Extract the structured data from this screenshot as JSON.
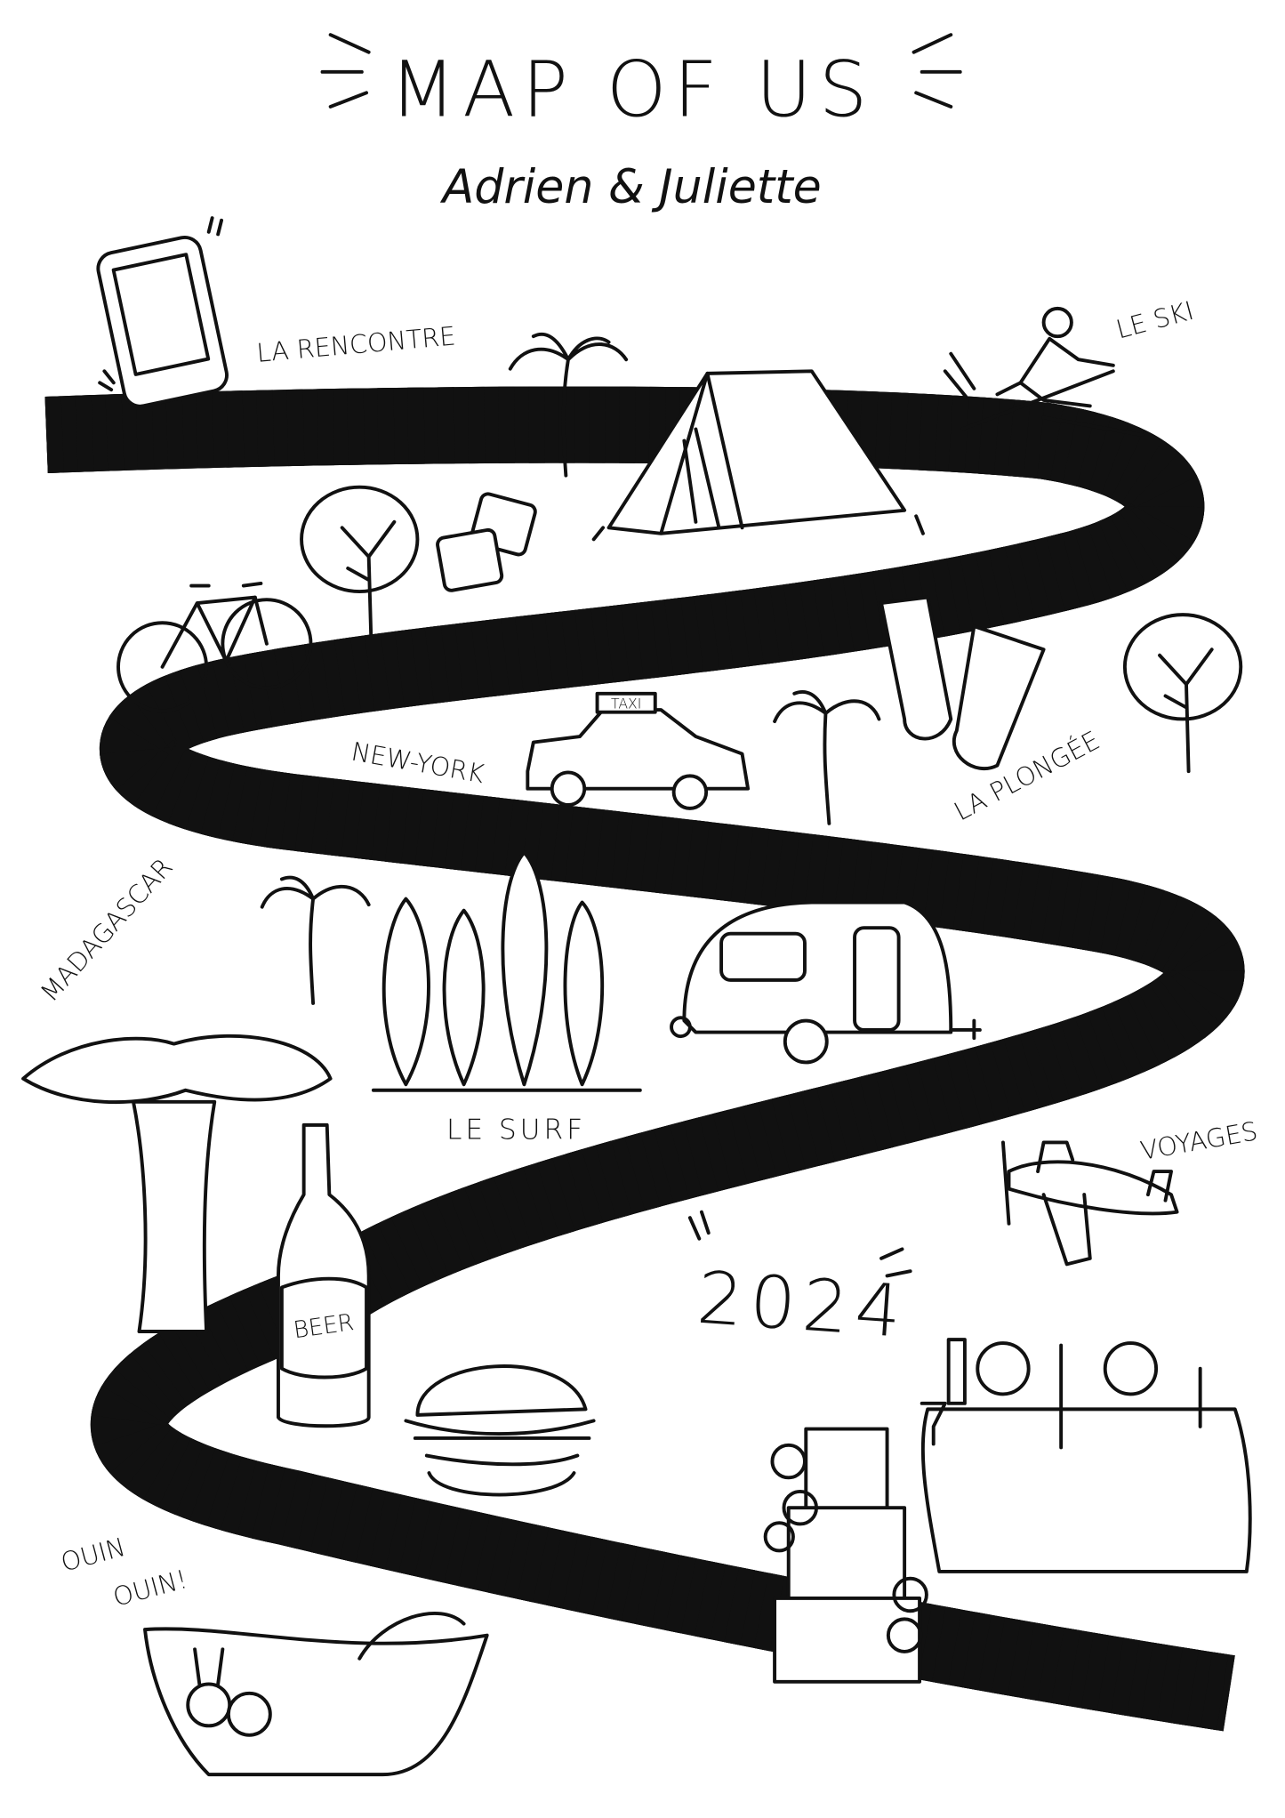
{
  "title": "MAP OF US",
  "subtitle": "Adrien & Juliette",
  "year": "2024",
  "colors": {
    "ink": "#111111",
    "paper": "#ffffff"
  },
  "labels": {
    "meeting": "LA RENCONTRE",
    "ski": "LE SKI",
    "new_york": "NEW-YORK",
    "diving": "LA PLONGÉE",
    "madagascar": "MADAGASCAR",
    "surf": "LE SURF",
    "travels": "VOYAGES",
    "baby_line1": "OUIN",
    "baby_line2": "OUIN!",
    "taxi_sign": "TAXI",
    "beer_label": "BEER"
  },
  "illustrations": [
    "smartphone-icon",
    "palm-tree-icon",
    "tent-icon",
    "skier-icon",
    "tree-icon",
    "dice-icon",
    "bicycle-icon",
    "taxi-icon",
    "flippers-icon",
    "surfboards-icon",
    "caravan-icon",
    "baobab-icon",
    "beer-bottle-icon",
    "burger-icon",
    "airplane-icon",
    "wedding-cake-icon",
    "dinner-table-icon",
    "moses-basket-icon"
  ]
}
